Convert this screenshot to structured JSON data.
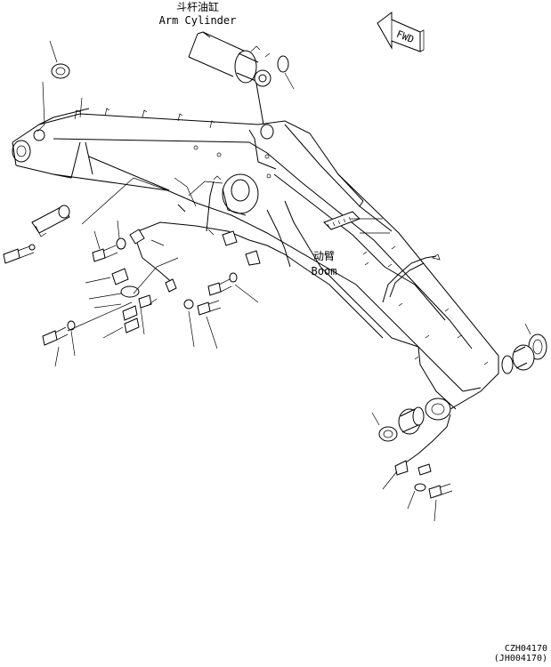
{
  "labels": {
    "arm_cylinder_cn": "斗杆油缸",
    "arm_cylinder_en": "Arm Cylinder",
    "boom_cn": "动臂",
    "boom_en": "Boom",
    "fwd": "FWD"
  },
  "codes": {
    "primary": "CZH04170",
    "secondary": "(JH004170)"
  }
}
